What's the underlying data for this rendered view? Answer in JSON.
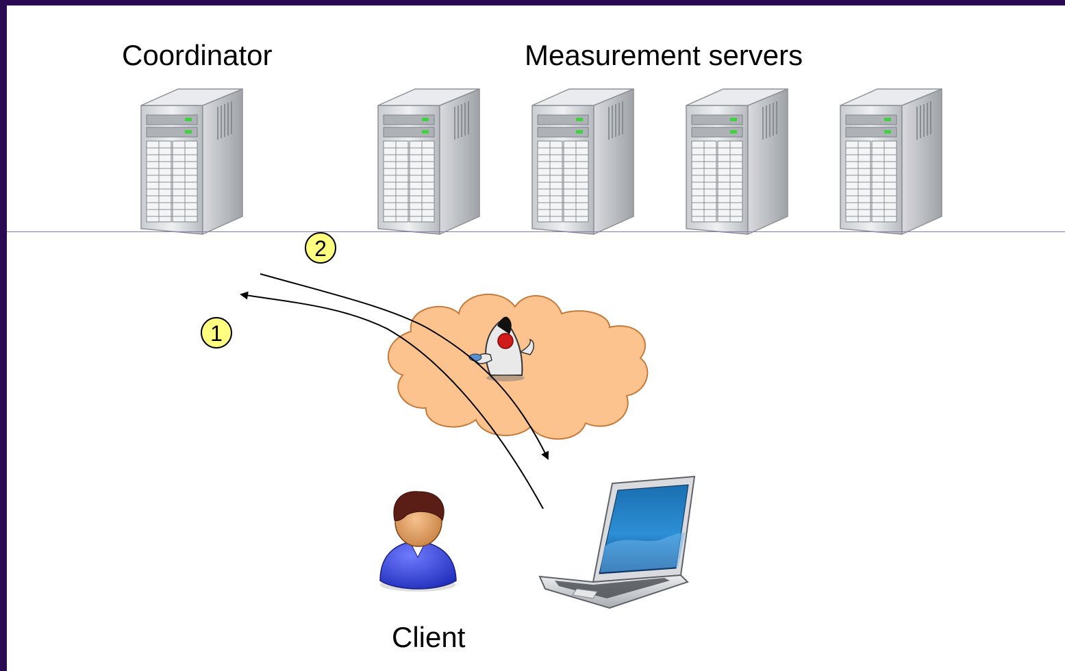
{
  "labels": {
    "coordinator": "Coordinator",
    "measurement_servers": "Measurement servers",
    "client": "Client"
  },
  "steps": [
    {
      "number": "1"
    },
    {
      "number": "2"
    }
  ],
  "colors": {
    "frame": "#2a0a52",
    "step_badge": "#ffff80",
    "cloud": "#fdc38f",
    "cloud_outline": "#c47a3a"
  },
  "icons": [
    "server-icon",
    "cloud-icon",
    "java-mascot-icon",
    "user-icon",
    "laptop-icon"
  ]
}
